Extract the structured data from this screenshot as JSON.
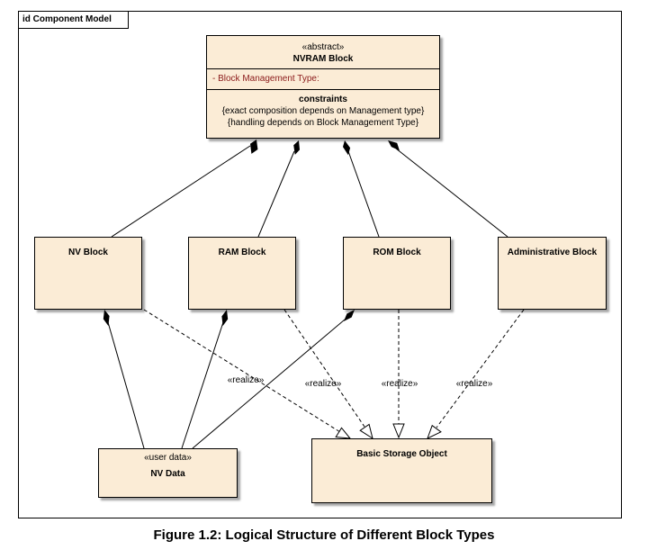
{
  "frame": {
    "title": "id Component Model"
  },
  "nvram": {
    "stereotype": "«abstract»",
    "name": "NVRAM Block",
    "attribute": "-    Block Management Type:",
    "constraints_title": "constraints",
    "constraint_1": "{exact composition depends on Management type}",
    "constraint_2": "{handling depends on Block Management Type}"
  },
  "blocks": {
    "nv": "NV Block",
    "ram": "RAM Block",
    "rom": "ROM Block",
    "admin": "Administrative Block"
  },
  "nvdata": {
    "stereotype": "«user data»",
    "name": "NV Data"
  },
  "storage": {
    "name": "Basic Storage Object"
  },
  "relations": {
    "realize_1": "«realize»",
    "realize_2": "«realize»",
    "realize_3": "«realize»",
    "realize_4": "«realize»"
  },
  "caption": "Figure 1.2: Logical Structure of Different Block Types"
}
